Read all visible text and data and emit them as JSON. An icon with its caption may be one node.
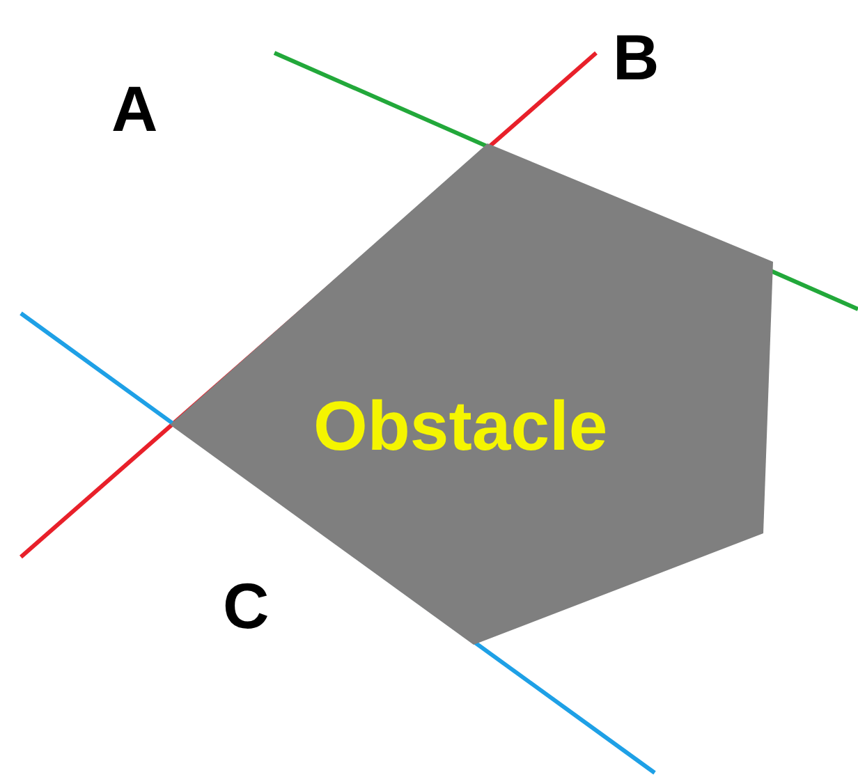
{
  "diagram": {
    "nodes": [
      {
        "text": [
          "Obstacle"
        ]
      }
    ],
    "labels": [
      "A",
      "B",
      "C"
    ]
  }
}
